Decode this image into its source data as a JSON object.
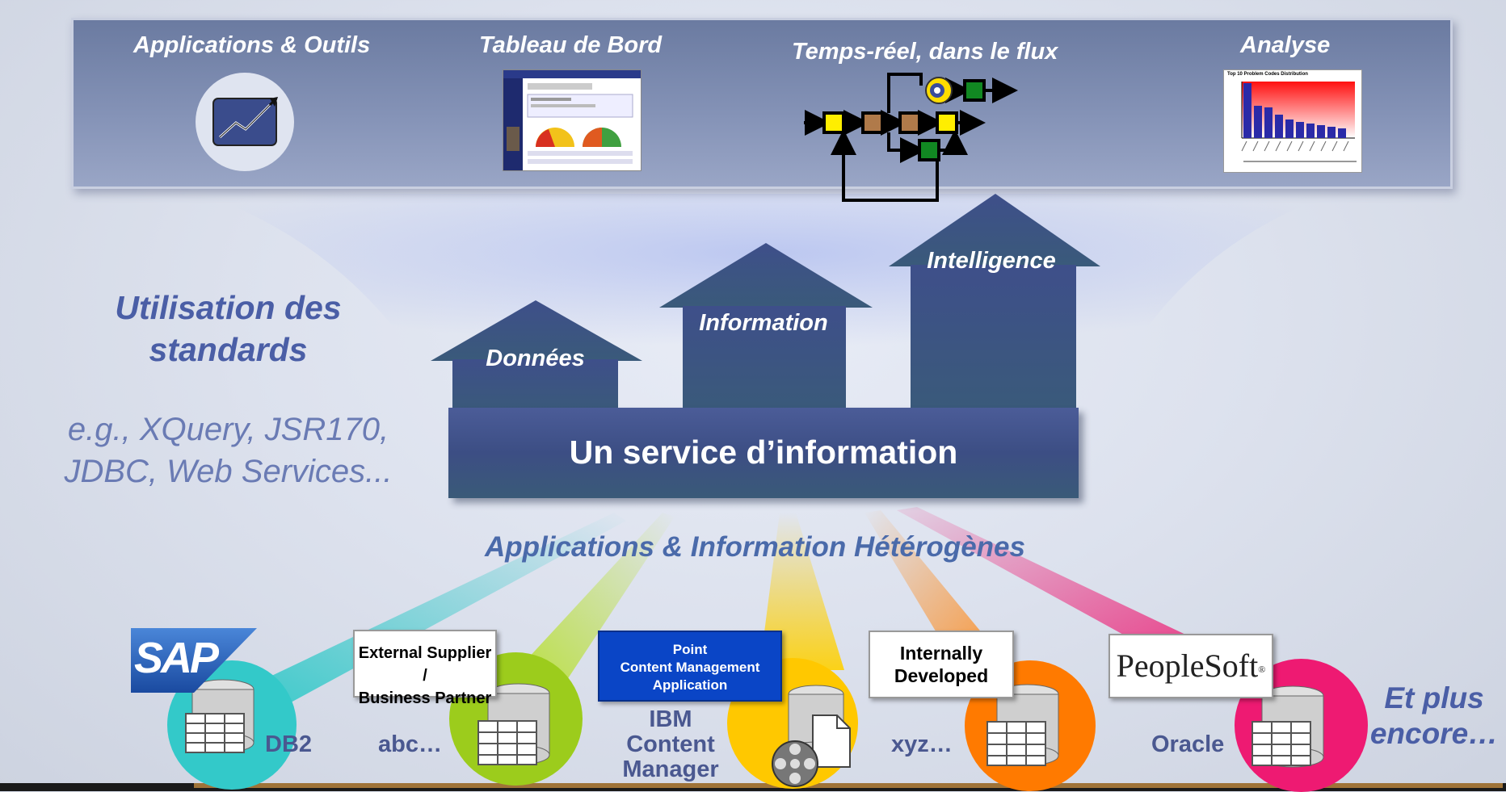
{
  "top": {
    "apps_tools": "Applications & Outils",
    "dashboard": "Tableau de Bord",
    "realtime": "Temps-réel, dans le flux",
    "analysis": "Analyse",
    "analysis_chart_title": "Top 10 Problem Codes Distribution"
  },
  "left": {
    "title_line1": "Utilisation des",
    "title_line2": "standards",
    "examples_line1": "e.g., XQuery, JSR170,",
    "examples_line2": "JDBC, Web Services..."
  },
  "houses": {
    "data": "Données",
    "information": "Information",
    "intelligence": "Intelligence"
  },
  "service": "Un service d’information",
  "hetero": "Applications & Information Hétérogènes",
  "sources": {
    "sap_logo": "SAP",
    "db2": "DB2",
    "external_line1": "External Supplier /",
    "external_line2": "Business Partner",
    "abc": "abc…",
    "point_line1": "Point",
    "point_line2": "Content Management",
    "point_line3": "Application",
    "ibm_line1": "IBM",
    "ibm_line2": "Content",
    "ibm_line3": "Manager",
    "internal_line1": "Internally",
    "internal_line2": "Developed",
    "xyz": "xyz…",
    "peoplesoft": "PeopleSoft",
    "oracle": "Oracle",
    "more_line1": "Et plus",
    "more_line2": "encore…"
  },
  "colors": {
    "banner": "#7686ac",
    "house": "#3f5188",
    "teal": "#33c9c9",
    "lime": "#9ccc1c",
    "yellow": "#ffc800",
    "orange": "#ff7a00",
    "magenta": "#ee1a72"
  }
}
